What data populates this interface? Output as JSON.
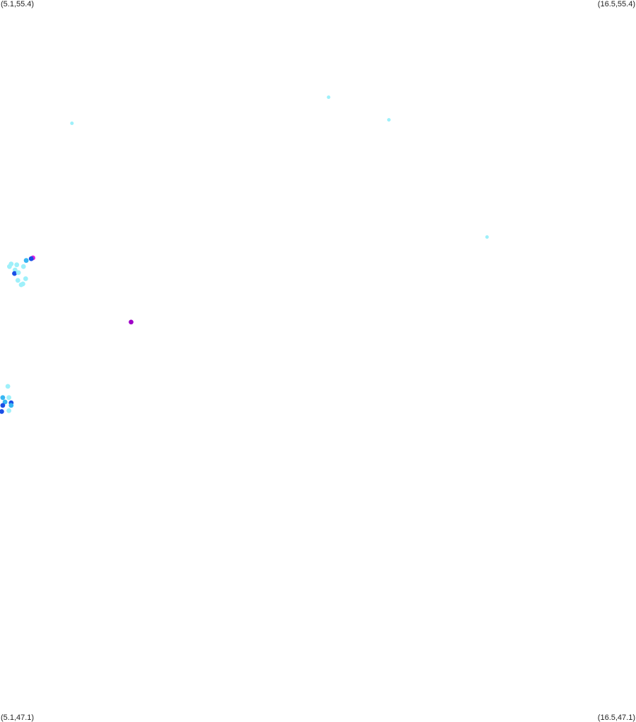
{
  "map": {
    "corners": {
      "top_left": "(5.1,55.4)",
      "top_right": "(16.5,55.4)",
      "bottom_left": "(5.1,47.1)",
      "bottom_right": "(16.5,47.1)"
    },
    "extent": {
      "lon": [
        5.1,
        16.5
      ],
      "lat": [
        47.1,
        55.4
      ]
    },
    "colors": {
      "light": "#9ef0fa",
      "mid": "#38b6f2",
      "dark": "#1a4fe6",
      "magenta": "#e020e0",
      "purple": "#a000c8"
    },
    "points": [
      {
        "lon": 6.39,
        "lat": 53.98,
        "level": "light"
      },
      {
        "lon": 10.99,
        "lat": 54.28,
        "level": "light"
      },
      {
        "lon": 12.07,
        "lat": 54.02,
        "level": "light"
      },
      {
        "lon": 13.83,
        "lat": 52.67,
        "level": "light"
      },
      {
        "lon": 7.45,
        "lat": 51.69,
        "level": "purple"
      },
      {
        "lon": 5.69,
        "lat": 52.43,
        "level": "magenta"
      },
      {
        "lon": 5.66,
        "lat": 52.42,
        "level": "dark"
      },
      {
        "lon": 5.57,
        "lat": 52.4,
        "level": "mid"
      },
      {
        "lon": 5.3,
        "lat": 52.36,
        "level": "light"
      },
      {
        "lon": 5.4,
        "lat": 52.35,
        "level": "light"
      },
      {
        "lon": 5.27,
        "lat": 52.33,
        "level": "light"
      },
      {
        "lon": 5.52,
        "lat": 52.33,
        "level": "light"
      },
      {
        "lon": 5.37,
        "lat": 52.29,
        "level": "light"
      },
      {
        "lon": 5.36,
        "lat": 52.25,
        "level": "dark"
      },
      {
        "lon": 5.43,
        "lat": 52.26,
        "level": "light"
      },
      {
        "lon": 5.56,
        "lat": 52.19,
        "level": "light"
      },
      {
        "lon": 5.42,
        "lat": 52.17,
        "level": "light"
      },
      {
        "lon": 5.51,
        "lat": 52.13,
        "level": "light"
      },
      {
        "lon": 5.48,
        "lat": 52.12,
        "level": "light"
      },
      {
        "lon": 5.24,
        "lat": 50.95,
        "level": "light"
      },
      {
        "lon": 5.15,
        "lat": 50.82,
        "level": "mid"
      },
      {
        "lon": 5.26,
        "lat": 50.82,
        "level": "light"
      },
      {
        "lon": 5.19,
        "lat": 50.77,
        "level": "mid"
      },
      {
        "lon": 5.3,
        "lat": 50.76,
        "level": "dark"
      },
      {
        "lon": 5.15,
        "lat": 50.73,
        "level": "dark"
      },
      {
        "lon": 5.3,
        "lat": 50.73,
        "level": "mid"
      },
      {
        "lon": 5.26,
        "lat": 50.67,
        "level": "light"
      },
      {
        "lon": 5.13,
        "lat": 50.66,
        "level": "dark"
      }
    ]
  }
}
